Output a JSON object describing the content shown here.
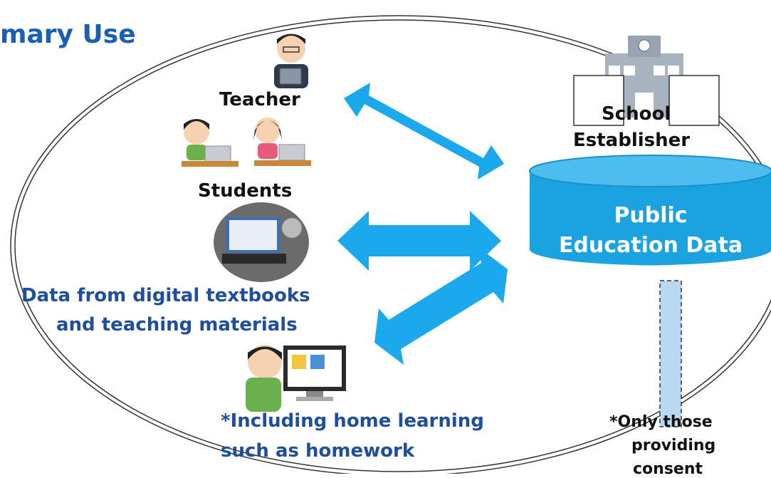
{
  "heading": "mary Use",
  "nodes": {
    "teacher": "Teacher",
    "students": "Students",
    "school_establisher_line1": "School",
    "school_establisher_line2": "Establisher",
    "database_line1": "Public",
    "database_line2": "Education Data",
    "digital_data_line1": "Data from digital textbooks",
    "digital_data_line2": "and teaching materials",
    "home_learning_line1": "*Including home learning",
    "home_learning_line2": "such as homework",
    "consent_line1": "*Only those",
    "consent_line2": "providing",
    "consent_line3": "consent"
  },
  "colors": {
    "arrow": "#1ba8ec",
    "database": "#1aa3e0",
    "database_top": "#4dbdf0",
    "title_blue": "#1a5fb4",
    "label_blue": "#1f4e9c",
    "consent_bar": "#b9d9f2"
  }
}
